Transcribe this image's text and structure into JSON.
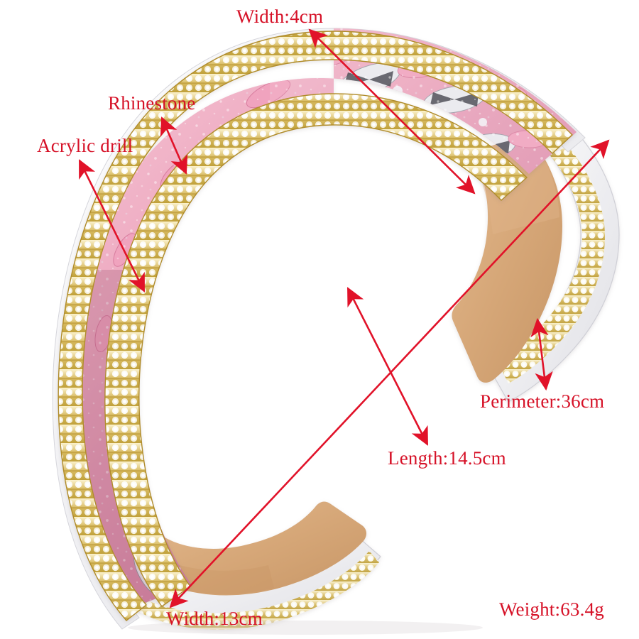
{
  "image": {
    "subject": "pink-crystal-rhinestone-padded-headband",
    "background_color": "#ffffff",
    "annotation_color": "#d61127"
  },
  "annotations": [
    {
      "id": "width-top",
      "text": "Width:4cm",
      "kind": "dimension",
      "arrow": "double"
    },
    {
      "id": "rhinestone",
      "text": "Rhinestone",
      "kind": "material",
      "arrow": "double"
    },
    {
      "id": "acrylic-drill",
      "text": "Acrylic drill",
      "kind": "material",
      "arrow": "double"
    },
    {
      "id": "perimeter",
      "text": "Perimeter:36cm",
      "kind": "dimension",
      "arrow": "double"
    },
    {
      "id": "length",
      "text": "Length:14.5cm",
      "kind": "dimension",
      "arrow": "double"
    },
    {
      "id": "width-bottom",
      "text": "Width:13cm",
      "kind": "dimension",
      "arrow": "double"
    },
    {
      "id": "weight",
      "text": "Weight:63.4g",
      "kind": "spec",
      "arrow": "none"
    }
  ],
  "product": {
    "type": "headband",
    "crystal_colors": [
      "#f3a9bf",
      "#e88aa6",
      "#d9d9de",
      "#ffffff"
    ],
    "trim_color": "#c9a33c",
    "lining_color": "#d8a878",
    "edge_color": "#f2f2f4"
  }
}
